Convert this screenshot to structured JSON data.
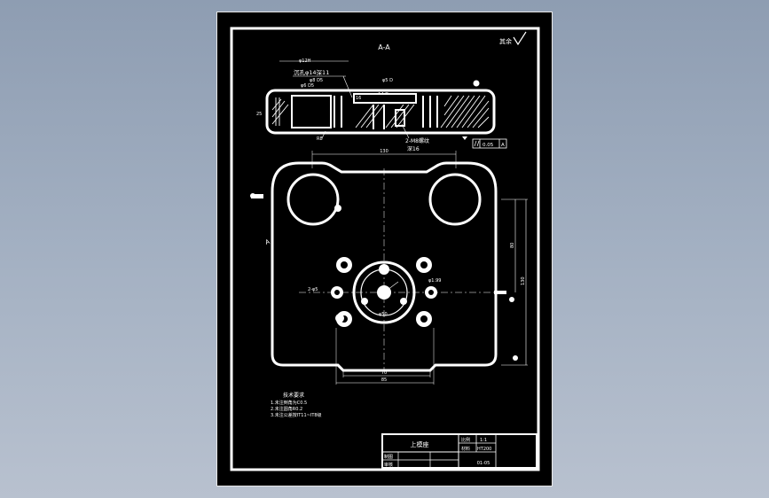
{
  "drawing": {
    "section_label": "A-A",
    "roughness_note": "其余",
    "top_view": {
      "note_1": "φ12H",
      "note_2": "沉孔φ14深11",
      "dim_1": "φ8 D5",
      "dim_2": "φ6 D5",
      "dim_3": "φ5 D",
      "dim_4": "φ14 D",
      "dim_5": "16",
      "dim_6": "25",
      "dim_7": "2-M8螺纹",
      "dim_8": "深16",
      "dim_9": "R8",
      "tolerance_value": "0.05",
      "tolerance_datum": "A"
    },
    "plan_view": {
      "dim_top": "130",
      "dim_right_1": "80",
      "dim_right_2": "130",
      "dim_bottom_1": "70",
      "dim_bottom_2": "85",
      "label_left": "2-φ5",
      "label_right": "φ1.99",
      "label_center": "φ50",
      "label_side": "A"
    },
    "tech_requirements": {
      "title": "技术要求",
      "lines": [
        "1.未注倒角为C0.5",
        "2.未注圆角R0.2",
        "3.未注公差按IT11~IT8级"
      ]
    },
    "title_block": {
      "part_name": "上模座",
      "ratio_label": "比例",
      "ratio_value": "1:1",
      "material_label": "材料",
      "material_value": "HT200",
      "drafter_label": "制图",
      "checker_label": "审核",
      "drawing_no": "01-05"
    }
  }
}
